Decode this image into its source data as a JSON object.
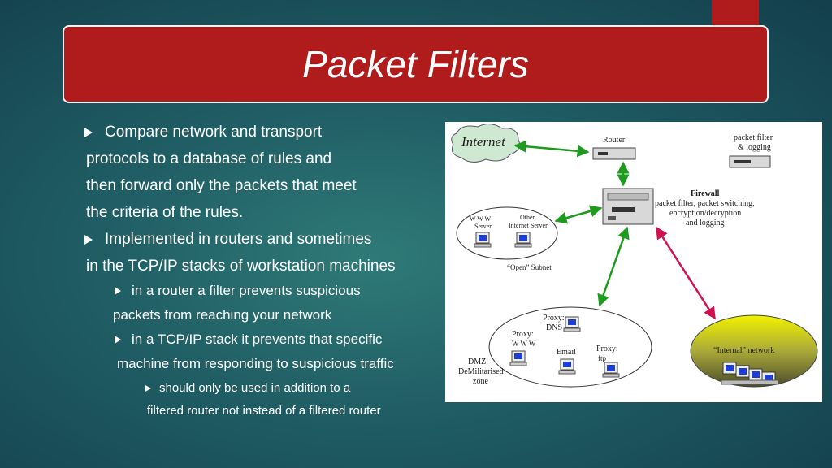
{
  "slide": {
    "title": "Packet Filters",
    "bullets": [
      "Compare network and transport",
      "protocols to a database of rules and",
      "then forward only the packets that meet",
      "the criteria of the rules.",
      "Implemented in routers and sometimes",
      "in the TCP/IP stacks of workstation machines",
      "in a router a filter prevents suspicious",
      "packets from reaching your network",
      "in a TCP/IP stack it prevents that specific",
      "machine from responding to suspicious traffic",
      "should only be used in addition to a",
      "filtered router not instead of a filtered router"
    ]
  },
  "diagram": {
    "internet": "Internet",
    "router": "Router",
    "logger_line1": "packet filter",
    "logger_line2": "& logging",
    "firewall_title": "Firewall",
    "firewall_line1": "packet filter,  packet switching,",
    "firewall_line2": "encryption/decryption",
    "firewall_line3": "and logging",
    "www_server_1": "W W W",
    "www_server_2": "Server",
    "other_server_1": "Other",
    "other_server_2": "Internet Server",
    "open_subnet": "“Open” Subnet",
    "proxy_dns_1": "Proxy:",
    "proxy_dns_2": "DNS",
    "proxy_www_1": "Proxy:",
    "proxy_www_2": "W W W",
    "email": "Email",
    "proxy_ftp_1": "Proxy:",
    "proxy_ftp_2": "ftp",
    "dmz_1": "DMZ:",
    "dmz_2": "DeMilitarised",
    "dmz_3": "zone",
    "internal_network": "“Internal” network"
  },
  "colors": {
    "banner": "#b01c1c",
    "green_link": "#1e9a1e",
    "red_link": "#d01050"
  }
}
